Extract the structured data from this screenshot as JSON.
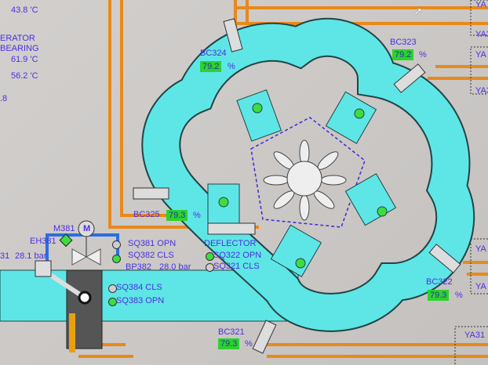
{
  "left_panel": {
    "temp_top": "43.8 'C",
    "generator_line1": "ERATOR",
    "generator_line2": "BEARING",
    "bearing_temp1": "61.9 'C",
    "bearing_temp2": "56.2 'C",
    "partial_value": ".8"
  },
  "valves": [
    {
      "id": "BC324",
      "value": "79.2",
      "unit": "%"
    },
    {
      "id": "BC323",
      "value": "79.2",
      "unit": "%"
    },
    {
      "id": "BC325",
      "value": "79.3",
      "unit": "%"
    },
    {
      "id": "BC322",
      "value": "79.3",
      "unit": "%"
    },
    {
      "id": "BC321",
      "value": "79.3",
      "unit": "%"
    }
  ],
  "motor": {
    "id": "M381",
    "symbol": "M"
  },
  "heater": {
    "id": "EH381"
  },
  "pressure_left": {
    "id_partial": "31",
    "value": "28.1 bar"
  },
  "pressure_bp382": {
    "id": "BP382",
    "value": "28.0 bar"
  },
  "switches": [
    {
      "label": "SQ381 OPN",
      "state": "off"
    },
    {
      "label": "SQ382 CLS",
      "state": "on"
    },
    {
      "label": "SQ384 CLS",
      "state": "off"
    },
    {
      "label": "SQ383 OPN",
      "state": "on"
    },
    {
      "label": "SQ322 OPN",
      "state": "on"
    },
    {
      "label": "SQ321 CLS",
      "state": "off"
    }
  ],
  "deflector": {
    "label": "DEFLECTOR"
  },
  "right_labels": [
    "YA",
    "YA3",
    "YA",
    "YA3",
    "YA",
    "YA",
    "YA31"
  ],
  "colors": {
    "duct": "#5ee6e6",
    "pipe": "#e8891a",
    "text": "#4b2fe0",
    "on": "#3fdc3f"
  }
}
